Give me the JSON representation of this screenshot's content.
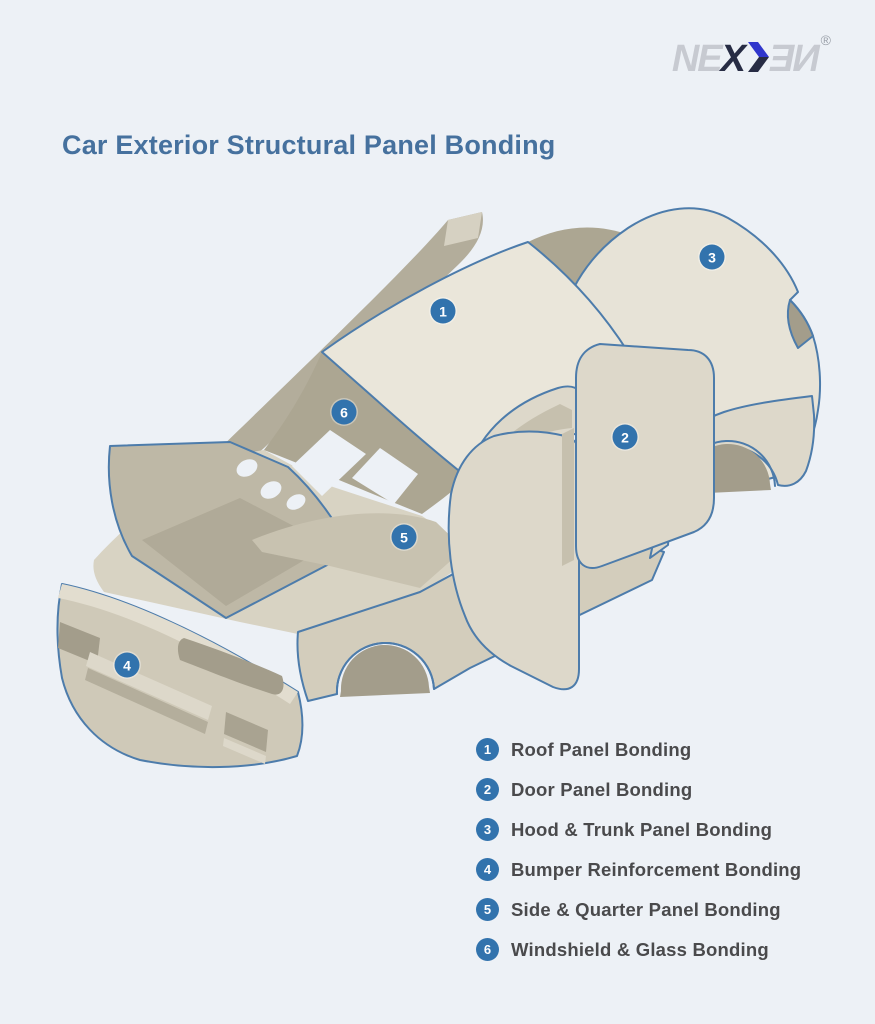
{
  "title": "Car Exterior Structural Panel Bonding",
  "logo": {
    "segment_ne": "NE",
    "segment_x": "X",
    "segment_en": "ƎИ",
    "registered": "®"
  },
  "legend": {
    "items": [
      {
        "number": "1",
        "label": "Roof Panel Bonding"
      },
      {
        "number": "2",
        "label": "Door Panel Bonding"
      },
      {
        "number": "3",
        "label": "Hood & Trunk Panel Bonding"
      },
      {
        "number": "4",
        "label": "Bumper Reinforcement Bonding"
      },
      {
        "number": "5",
        "label": "Side & Quarter Panel Bonding"
      },
      {
        "number": "6",
        "label": "Windshield & Glass Bonding"
      }
    ]
  },
  "colors": {
    "background": "#edf1f6",
    "marker_blue": "#3273ad",
    "outline_blue": "#4d7cab",
    "title_blue": "#46719e",
    "body_cream_light": "#eae6da",
    "body_cream": "#ddd8ca",
    "body_tan_dark": "#aca692",
    "legend_text": "#4a4a4c",
    "logo_gray": "#c7cad1",
    "logo_navy": "#272c44",
    "logo_blue": "#3036cc"
  }
}
